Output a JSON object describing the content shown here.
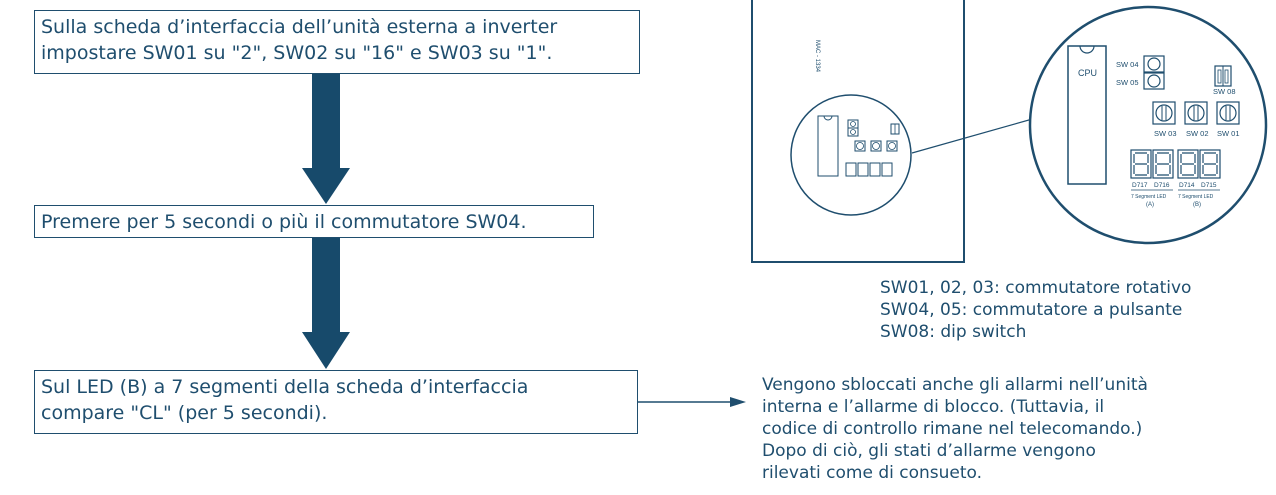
{
  "steps": {
    "step1": {
      "line1": "Sulla scheda d’interfaccia dell’unità esterna a inverter",
      "line2": "impostare SW01 su \"2\", SW02 su \"16\" e SW03 su \"1\"."
    },
    "step2": {
      "line1": "Premere per 5 secondi o più il commutatore SW04."
    },
    "step3": {
      "line1": "Sul LED (B) a 7 segmenti della scheda d’interfaccia",
      "line2": "compare \"CL\" (per 5 secondi)."
    }
  },
  "legend": {
    "line1": "SW01, 02, 03: commutatore rotativo",
    "line2": "SW04, 05: commutatore a pulsante",
    "line3": "SW08: dip switch"
  },
  "side_note": {
    "line1": "Vengono sbloccati anche gli allarmi nell’unità",
    "line2": "interna e l’allarme di blocco. (Tuttavia, il",
    "line3": "codice di controllo rimane nel telecomando.)",
    "line4": "Dopo di ciò, gli stati d’allarme vengono",
    "line5": "rilevati come di consueto."
  },
  "board": {
    "model_label": "MAC - 1334",
    "cpu_label": "CPU",
    "sw04_label": "SW 04",
    "sw05_label": "SW 05",
    "sw08_label": "SW 08",
    "sw03_label": "SW 03",
    "sw02_label": "SW 02",
    "sw01_label": "SW 01",
    "led_d717": "D717",
    "led_d716": "D716",
    "led_d714": "D714",
    "led_d715": "D715",
    "led_a_label": "7 Segment LED",
    "led_a_sub": "(A)",
    "led_b_label": "7 Segment LED",
    "led_b_sub": "(B)"
  },
  "colors": {
    "primary": "#1f4e6e",
    "arrow": "#174a6b"
  }
}
